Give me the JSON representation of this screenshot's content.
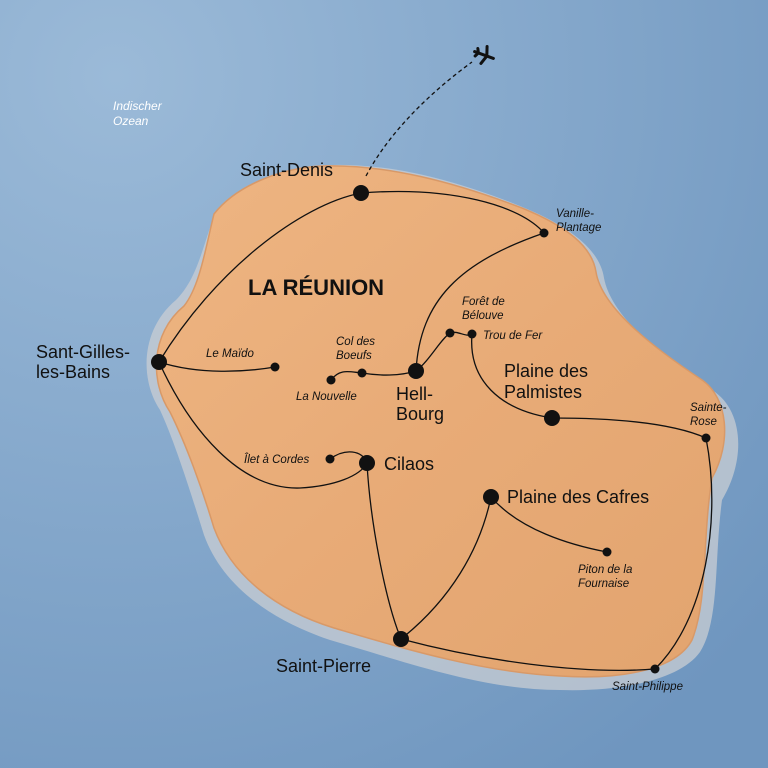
{
  "map": {
    "title": "LA RÉUNION",
    "ocean": [
      "Indischer",
      "Ozean"
    ],
    "colors": {
      "sea": "#7fa3c8",
      "sea_light": "#9bbad8",
      "island": "#e8ab77",
      "island_edge": "#d89968",
      "shadow": "#c9cdd3",
      "route": "#111111",
      "flight": "#111111"
    },
    "icons": {
      "flight": "airplane-icon"
    },
    "places": {
      "saint_denis": {
        "lines": [
          "Saint-Denis"
        ],
        "type": "major"
      },
      "vanille": {
        "lines": [
          "Vanille-",
          "Plantage"
        ],
        "type": "minor"
      },
      "sant_gilles": {
        "lines": [
          "Sant-Gilles-",
          "les-Bains"
        ],
        "type": "major"
      },
      "le_maido": {
        "lines": [
          "Le Maïdo"
        ],
        "type": "minor"
      },
      "col_des_boeufs": {
        "lines": [
          "Col des",
          "Boeufs"
        ],
        "type": "minor"
      },
      "la_nouvelle": {
        "lines": [
          "La Nouvelle"
        ],
        "type": "minor"
      },
      "hell_bourg": {
        "lines": [
          "Hell-",
          "Bourg"
        ],
        "type": "major"
      },
      "foret_belouve": {
        "lines": [
          "Forêt de",
          "Bélouve"
        ],
        "type": "minor"
      },
      "trou_de_fer": {
        "lines": [
          "Trou de Fer"
        ],
        "type": "minor"
      },
      "plaine_palmistes": {
        "lines": [
          "Plaine des",
          "Palmistes"
        ],
        "type": "major"
      },
      "sainte_rose": {
        "lines": [
          "Sainte-",
          "Rose"
        ],
        "type": "minor"
      },
      "ilet_a_cordes": {
        "lines": [
          "Îlet à Cordes"
        ],
        "type": "minor"
      },
      "cilaos": {
        "lines": [
          "Cilaos"
        ],
        "type": "major"
      },
      "plaine_cafres": {
        "lines": [
          "Plaine des Cafres"
        ],
        "type": "major"
      },
      "piton_fournaise": {
        "lines": [
          "Piton de la",
          "Fournaise"
        ],
        "type": "minor"
      },
      "saint_pierre": {
        "lines": [
          "Saint-Pierre"
        ],
        "type": "major"
      },
      "saint_philippe": {
        "lines": [
          "Saint-Philippe"
        ],
        "type": "minor"
      }
    }
  }
}
